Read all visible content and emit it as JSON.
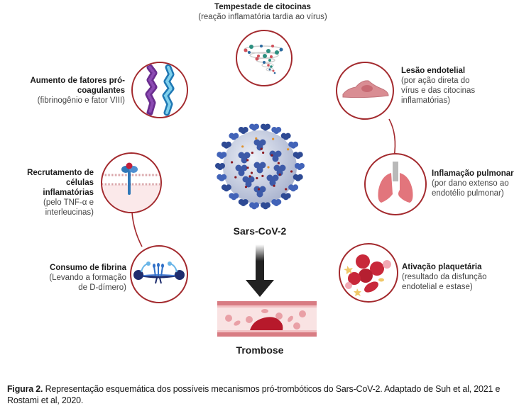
{
  "figure": {
    "center_label": "Sars-CoV-2",
    "outcome_label": "Trombose",
    "nodes": {
      "cytokine_storm": {
        "title": "Tempestade de citocinas",
        "detail": "(reação inflamatória tardia ao vírus)"
      },
      "procoagulant": {
        "title_line1": "Aumento de fatores pró-",
        "title_line2": "coagulantes",
        "detail": "(fibrinogênio e fator VIII)"
      },
      "endothelial": {
        "title": "Lesão endotelial",
        "detail_line1": "(por ação direta do",
        "detail_line2": "vírus e das citocinas",
        "detail_line3": "inflamatórias)"
      },
      "inflammatory_cells": {
        "title_line1": "Recrutamento de",
        "title_line2": "células",
        "title_line3": "inflamatórias",
        "detail_line1": "(pelo TNF-α e",
        "detail_line2": "interleucinas)"
      },
      "pulmonary": {
        "title": "Inflamação pulmonar",
        "detail_line1": "(por dano extenso ao",
        "detail_line2": "endotélio pulmonar)"
      },
      "fibrin": {
        "title": "Consumo de fibrina",
        "detail_line1": "(Levando a formação",
        "detail_line2": "de D-dímero)"
      },
      "platelet": {
        "title": "Ativação plaquetária",
        "detail_line1": "(resultado da disfunção",
        "detail_line2": "endotelial e estase)"
      }
    },
    "colors": {
      "circle_border": "#a32a2e",
      "virus_spike": "#3d5aa8",
      "virus_body": "#d9deea",
      "vessel": "#d9757a",
      "arrow": "#222222"
    }
  },
  "caption": {
    "label": "Figura 2.",
    "text": " Representação esquemática dos possíveis mecanismos pró-trombóticos do Sars-CoV-2. Adaptado de Suh et al, 2021 e Rostami et al, 2020."
  }
}
